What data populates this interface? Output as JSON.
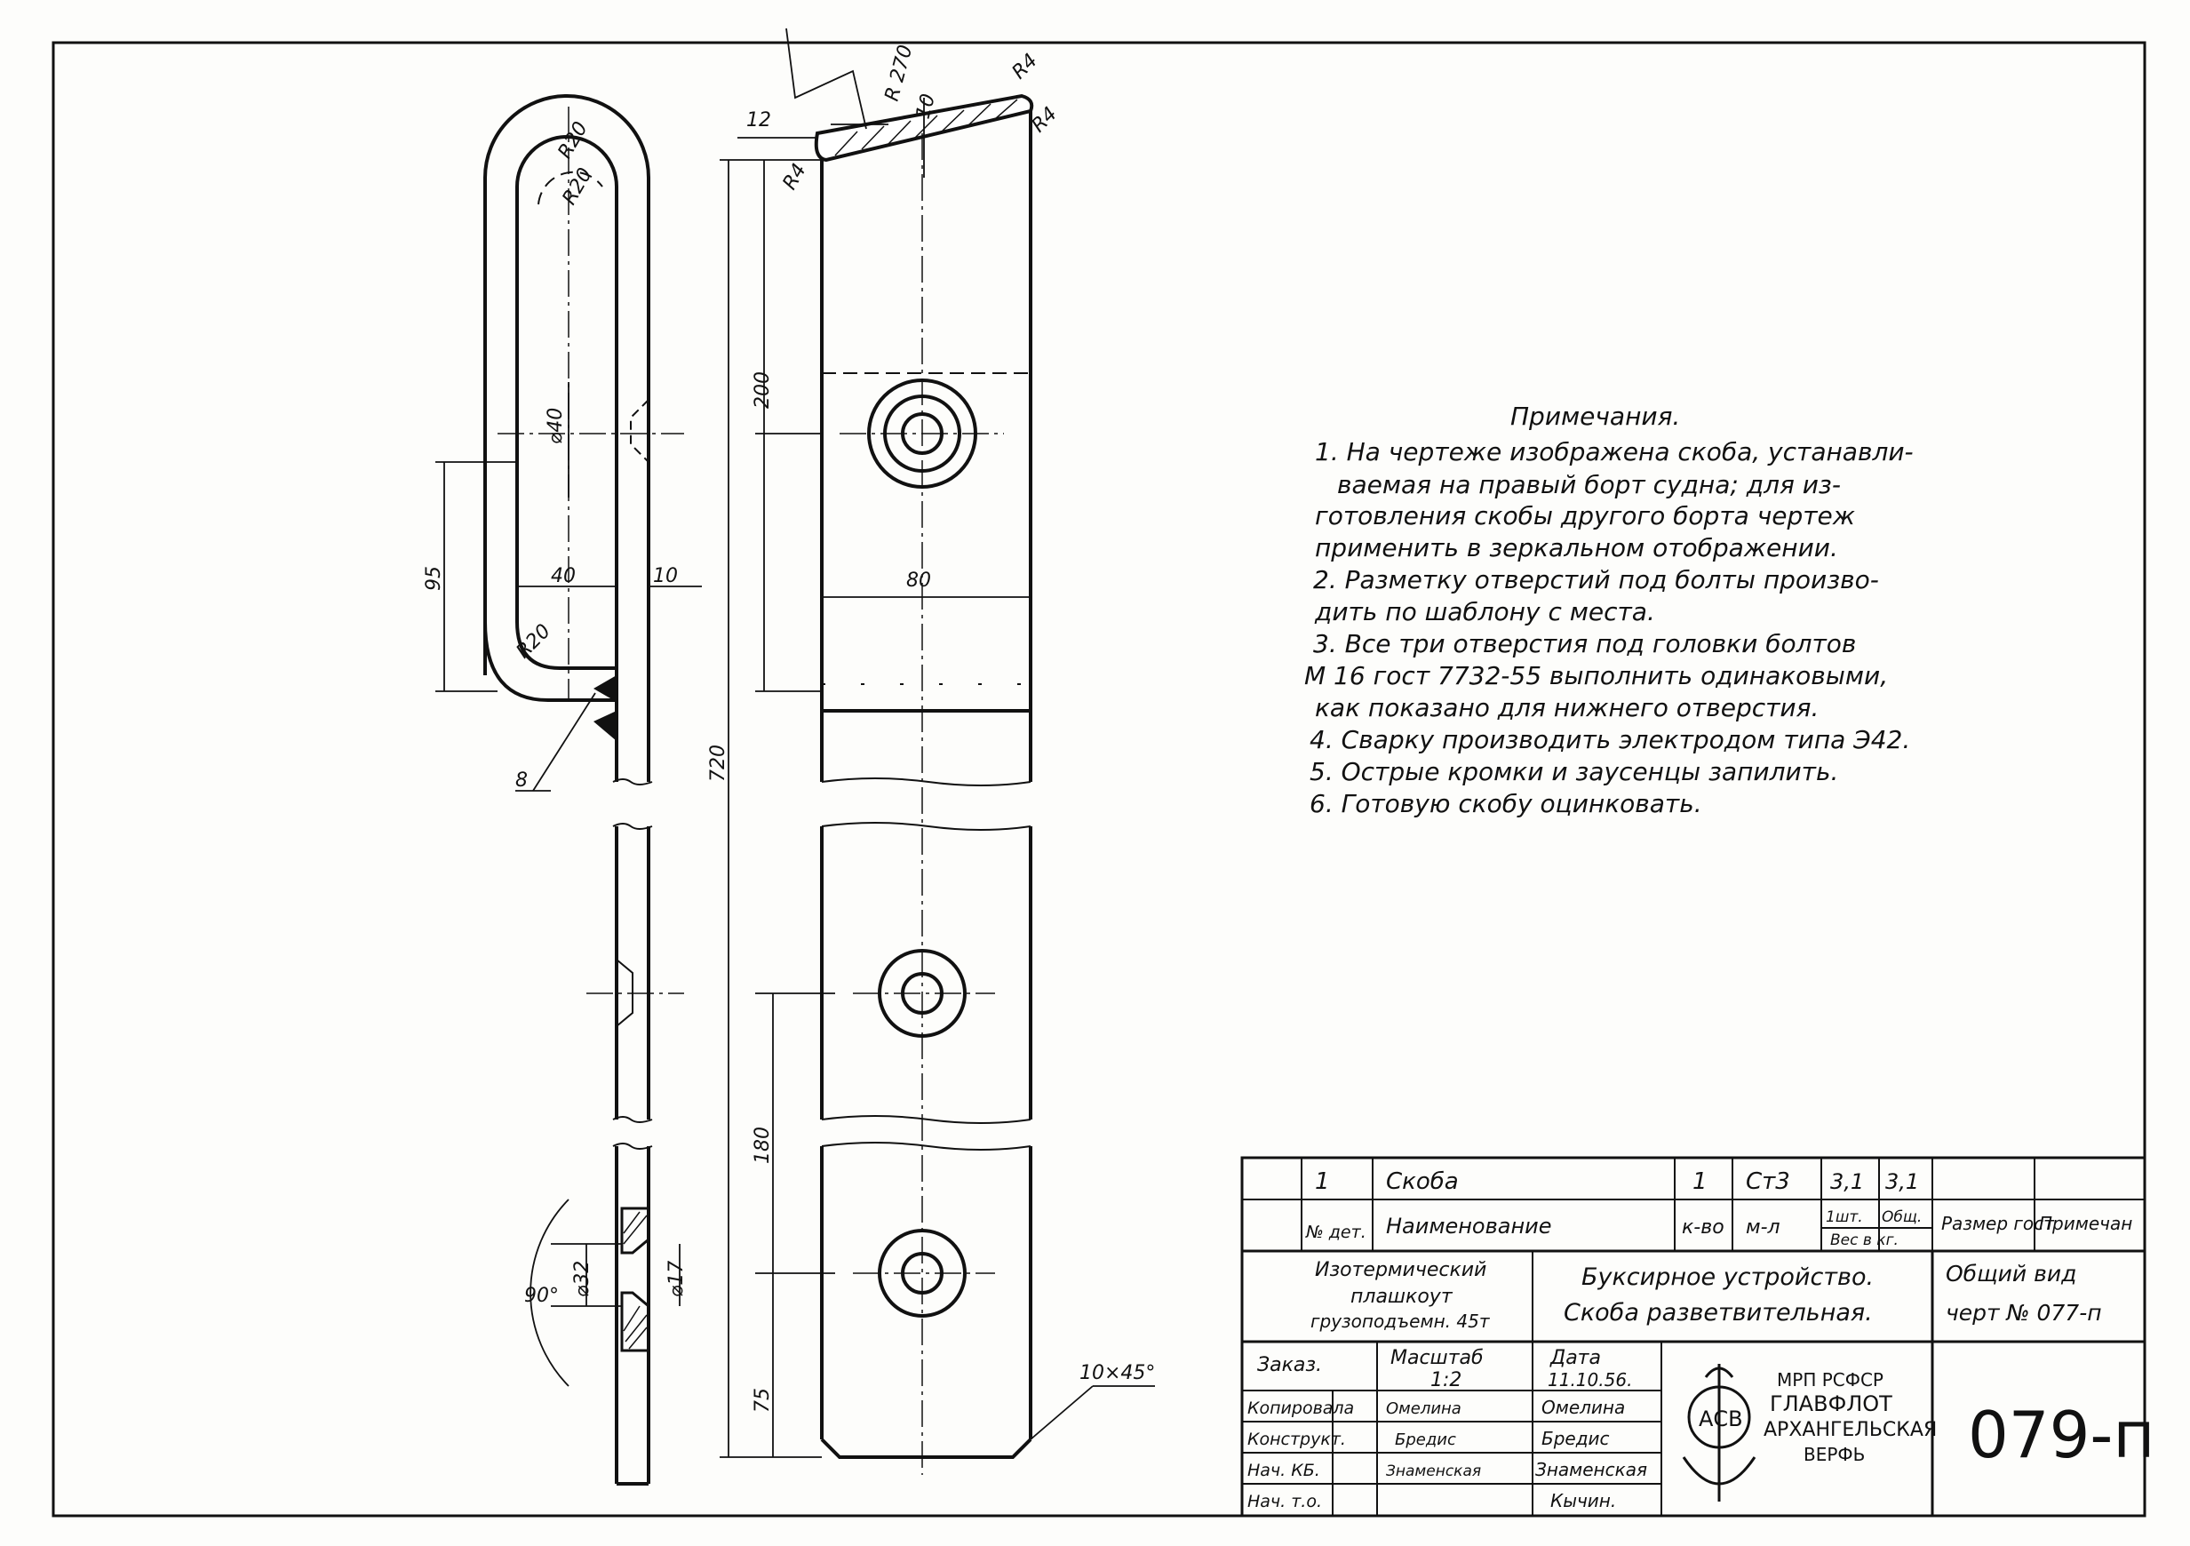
{
  "notes": {
    "title": "Примечания.",
    "lines": [
      "1. На чертеже изображена скоба, устанавли-",
      "ваемая на правый борт судна; для из-",
      "готовления скобы другого борта чертеж",
      "применить в зеркальном отображении.",
      "2. Разметку отверстий под болты произво-",
      "дить по шаблону с места.",
      "3. Все три отверстия под головки болтов",
      "М 16   гост 7732-55 выполнить одинаковыми,",
      "как показано для нижнего отверстия.",
      "4. Сварку производить электродом типа Э42.",
      "5. Острые кромки и заусенцы запилить.",
      "6. Готовую скобу оцинковать."
    ]
  },
  "dimensions": {
    "r270": "R 270",
    "d12": "12",
    "d10_top": "10",
    "r4_a": "R4",
    "r4_b": "R4",
    "r4_c": "R4",
    "r20_a": "R20",
    "r20_b": "R20",
    "r20_c": "R20",
    "d40": "40",
    "d10": "10",
    "phi40": "⌀40",
    "d95": "95",
    "d8": "8",
    "d200": "200",
    "d80": "80",
    "d720": "720",
    "d180": "180",
    "d75": "75",
    "chamfer": "10×45°",
    "angle": "90°",
    "phi32": "⌀32",
    "phi17": "⌀17"
  },
  "spec_row": {
    "num": "1",
    "name": "Скоба",
    "qty": "1",
    "material": "Ст3",
    "w1": "3,1",
    "w2": "3,1"
  },
  "spec_header": {
    "num": "№ дет.",
    "name": "Наименование",
    "qty": "к-во",
    "material": "м-л",
    "w1": "1шт.",
    "w2": "Общ.",
    "weight": "Вес в кг.",
    "size": "Размер гост",
    "note": "Примечан"
  },
  "title_block": {
    "vessel": [
      "Изотермический",
      "плашкоут",
      "грузоподъемн. 45т"
    ],
    "assembly": [
      "Буксирное устройство.",
      "Скоба разветвительная."
    ],
    "view": [
      "Общий вид",
      "черт № 077-п"
    ],
    "order_label": "Заказ.",
    "scale_label": "Масштаб",
    "scale_value": "1:2",
    "date_label": "Дата",
    "date_value": "11.10.56.",
    "roles": [
      {
        "role": "Копировала",
        "sign": "Омелина",
        "name": "Омелина"
      },
      {
        "role": "Конструкт.",
        "sign": "Бредис",
        "name": "Бредис"
      },
      {
        "role": "Нач. КБ.",
        "sign": "Знаменская",
        "name": "Знаменская"
      },
      {
        "role": "Нач. т.о.",
        "sign": "",
        "name": "Кычин."
      }
    ],
    "org": [
      "МРП РСФСР",
      "ГЛАВФЛОТ",
      "АРХАНГЕЛЬСКАЯ",
      "ВЕРФЬ"
    ],
    "logo_text": "АСВ",
    "drawing_number": "079-п"
  }
}
